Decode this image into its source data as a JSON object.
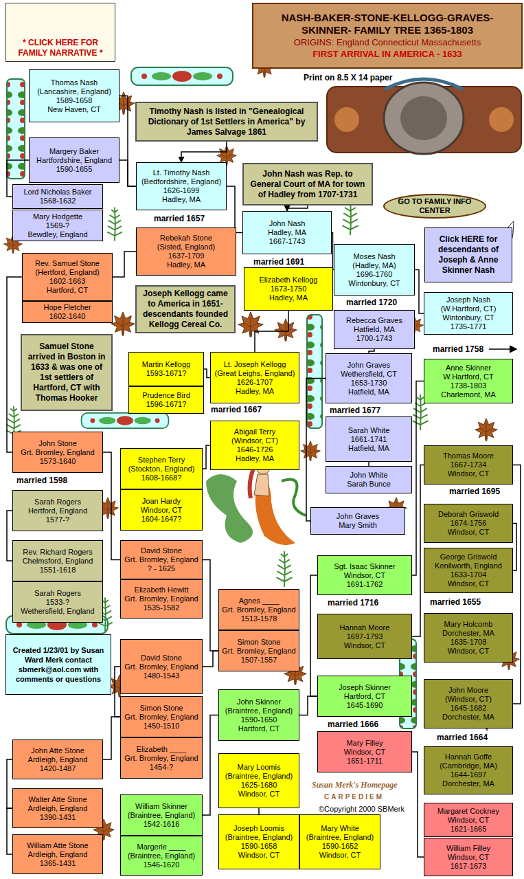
{
  "diagram": {
    "nodes": [
      {
        "text": [
          "* CLICK HERE FOR FAMILY NARRATIVE *"
        ]
      },
      {
        "text": [
          "NASH-BAKER-STONE-KELLOGG-GRAVES-SKINNER- FAMILY TREE 1365-1803",
          "ORIGINS: England Connecticut Massachusetts",
          "FIRST ARRIVAL IN AMERICA - 1633"
        ]
      },
      {
        "text": [
          "Thomas Nash",
          "(Lancashire, England)",
          "1589-1658",
          "New Haven, CT"
        ]
      },
      {
        "text": [
          "Timothy Nash is listed in \"Genealogical Dictionary of 1st Settlers in America\" by James Salvage 1861"
        ]
      },
      {
        "text": [
          "Margery Baker",
          "Hartfordshire, England",
          "1590-1655"
        ]
      },
      {
        "text": [
          "Lt. Timothy Nash",
          "(Bedfordshire, England)",
          "1626-1699",
          "Hadley, MA"
        ]
      },
      {
        "text": [
          "John Nash was Rep. to General Court of MA for town of Hadley from 1707-1731"
        ]
      },
      {
        "text": [
          "Lord Nicholas Baker",
          "1568-1632"
        ]
      },
      {
        "text": [
          "GO TO FAMILY INFO CENTER"
        ]
      },
      {
        "text": [
          "Mary Hodgette",
          "1569-?",
          "Bewdley, England"
        ]
      },
      {
        "text": [
          "Rebekah Stone",
          "(Sisted, England)",
          "1637-1709",
          "Hadley, MA"
        ]
      },
      {
        "text": [
          "John Nash",
          "Hadley, MA",
          "1667-1743"
        ]
      },
      {
        "text": [
          "Click HERE for descendants of Joseph & Anne Skinner Nash"
        ]
      },
      {
        "text": [
          "Moses Nash",
          "(Hadley, MA)",
          "1696-1760",
          "Wintonbury, CT"
        ]
      },
      {
        "text": [
          "Rev. Samuel Stone",
          "(Hertford, England)",
          "1602-1663",
          "Hartford, CT"
        ]
      },
      {
        "text": [
          "Elizabeth Kellogg",
          "1673-1750",
          "Hadley, MA"
        ]
      },
      {
        "text": [
          "Joseph Kellogg came to America in 1651-descendants founded Kellogg Cereal Co."
        ]
      },
      {
        "text": [
          "Joseph Nash",
          "(W.Hartford, CT)",
          "Wintonbury, CT",
          "1735-1771"
        ]
      },
      {
        "text": [
          "Hope Fletcher",
          "1602-1640"
        ]
      },
      {
        "text": [
          "Rebecca Graves",
          "Hatfield, MA",
          "1700-1743"
        ]
      },
      {
        "text": [
          "Samuel Stone arrived in Boston in 1633 & was one of 1st settlers of Hartford, CT with Thomas Hooker"
        ]
      },
      {
        "text": [
          "Martin Kellogg",
          "1593-1671?"
        ]
      },
      {
        "text": [
          "Lt. Joseph Kellogg",
          "(Great Leighs, England)",
          "1626-1707",
          "Hadley, MA"
        ]
      },
      {
        "text": [
          "John Graves",
          "Wethersfield, CT",
          "1653-1730",
          "Hatfield, MA"
        ]
      },
      {
        "text": [
          "Anne Skinner",
          "W.Hartford, CT",
          "1738-1803",
          "Charlemont, MA"
        ]
      },
      {
        "text": [
          "Prudence Bird",
          "1596-1671?"
        ]
      },
      {
        "text": [
          "Abigail Terry",
          "(Windsor, CT)",
          "1646-1726",
          "Hadley, MA"
        ]
      },
      {
        "text": [
          "Sarah White",
          "1661-1741",
          "Hatfield, MA"
        ]
      },
      {
        "text": [
          "John Stone",
          "Grt. Bromley, England",
          "1573-1640"
        ]
      },
      {
        "text": [
          "Stephen Terry",
          "(Stockton, England)",
          "1608-1668?"
        ]
      },
      {
        "text": [
          "Thomas Moore",
          "1667-1734",
          "Windsor, CT"
        ]
      },
      {
        "text": [
          "John White",
          "Sarah Bunce"
        ]
      },
      {
        "text": [
          "Sarah Rogers",
          "Hertford, England",
          "1577-?"
        ]
      },
      {
        "text": [
          "Joan Hardy",
          "Windsor, CT",
          "1604-1647?"
        ]
      },
      {
        "text": [
          "Deborah Griswold",
          "1674-1756",
          "Windsor, CT"
        ]
      },
      {
        "text": [
          "John Graves",
          "Mary Smith"
        ]
      },
      {
        "text": [
          "Rev. Richard Rogers",
          "Chelmsford, England",
          "1551-1618"
        ]
      },
      {
        "text": [
          "David Stone",
          "Grt. Bromley, England",
          "? - 1625"
        ]
      },
      {
        "text": [
          "George Griswold",
          "Kenilworth, England",
          "1633-1704",
          "Windsor, CT"
        ]
      },
      {
        "text": [
          "Sgt. Isaac Skinner",
          "Windsor, CT",
          "1691-1762"
        ]
      },
      {
        "text": [
          "Sarah Rogers",
          "1533-?",
          "Wethersfield, England"
        ]
      },
      {
        "text": [
          "Elizabeth Hewitt",
          "Grt. Bromley, England",
          "1535-1582"
        ]
      },
      {
        "text": [
          "Agnes ____",
          "Grt. Bromley, England",
          "1513-1578"
        ]
      },
      {
        "text": [
          "Mary Holcomb",
          "Dorchester, MA",
          "1635-1708",
          "Windsor, CT"
        ]
      },
      {
        "text": [
          "Hannah Moore",
          "1697-1793",
          "Windsor, CT"
        ]
      },
      {
        "text": [
          "Simon Stone",
          "Grt. Bromley, England",
          "1507-1557"
        ]
      },
      {
        "text": [
          "Created 1/23/01 by Susan Ward Merk contact sbmerk@aol.com with comments or questions"
        ]
      },
      {
        "text": [
          "David Stone",
          "Grt. Bromley, England",
          "1480-1543"
        ]
      },
      {
        "text": [
          "John Moore",
          "(Windsor, CT)",
          "1645-1682",
          "Dorchester, MA"
        ]
      },
      {
        "text": [
          "Joseph Skinner",
          "Hartford, CT",
          "1645-1690"
        ]
      },
      {
        "text": [
          "John Skinner",
          "(Braintree, England)",
          "1590-1650",
          "Hartford, CT"
        ]
      },
      {
        "text": [
          "Simon Stone",
          "Grt. Bromley, England",
          "1450-1510"
        ]
      },
      {
        "text": [
          "Mary Filley",
          "Windsor, CT",
          "1651-1711"
        ]
      },
      {
        "text": [
          "Hannah Goffe",
          "(Cambridge, MA)",
          "1644-1697",
          "Dorchester, MA"
        ]
      },
      {
        "text": [
          "Mary Loomis",
          "(Braintree, England)",
          "1625-1680",
          "Windsor, CT"
        ]
      },
      {
        "text": [
          "Elizabeth ____",
          "Grt. Bromley, England",
          "1454-?"
        ]
      },
      {
        "text": [
          "John Atte Stone",
          "Ardleigh, England",
          "1420-1487"
        ]
      },
      {
        "text": [
          "Walter Atte Stone",
          "Ardleigh, England",
          "1390-1431"
        ]
      },
      {
        "text": [
          "William Skinner",
          "(Braintree, England)",
          "1542-1616"
        ]
      },
      {
        "text": [
          "Margaret Cockney",
          "Windsor, CT",
          "1621-1665"
        ]
      },
      {
        "text": [
          "William Filley",
          "Windsor, CT",
          "1617-1673"
        ]
      },
      {
        "text": [
          "William Atte Stone",
          "Ardleigh, England",
          "1365-1431"
        ]
      },
      {
        "text": [
          "Margerie ____",
          "(Braintree, England)",
          "1546-1620"
        ]
      },
      {
        "text": [
          "Joseph Loomis",
          "(Braintree, England)",
          "1590-1658",
          "Windsor, CT"
        ]
      },
      {
        "text": [
          "Mary White",
          "(Braintree, England)",
          "1590-1652",
          "Windsor, CT"
        ]
      }
    ],
    "edges": [
      {
        "from": 3,
        "to": 5,
        "arrow": "to"
      },
      {
        "from": 6,
        "to": 11,
        "arrow": "to"
      },
      {
        "from": 2,
        "to": 5,
        "arrow": "none"
      },
      {
        "from": 4,
        "to": 5,
        "arrow": "none"
      },
      {
        "from": 7,
        "to": 4,
        "arrow": "none"
      },
      {
        "from": 14,
        "to": 10,
        "arrow": "none"
      },
      {
        "from": 5,
        "to": 11,
        "arrow": "none"
      },
      {
        "from": 11,
        "to": 13,
        "arrow": "none"
      },
      {
        "from": 13,
        "to": 17,
        "arrow": "none"
      },
      {
        "from": 22,
        "to": 15,
        "arrow": "none"
      },
      {
        "from": 21,
        "to": 22,
        "arrow": "none"
      },
      {
        "from": 29,
        "to": 26,
        "arrow": "none"
      },
      {
        "from": 23,
        "to": 19,
        "arrow": "none"
      },
      {
        "from": 31,
        "to": 27,
        "arrow": "none"
      },
      {
        "from": 35,
        "to": 23,
        "arrow": "none"
      },
      {
        "from": 39,
        "to": 24,
        "arrow": "none"
      },
      {
        "from": 30,
        "to": 44,
        "arrow": "none"
      },
      {
        "from": 38,
        "to": 34,
        "arrow": "none"
      },
      {
        "from": 48,
        "to": 30,
        "arrow": "none"
      },
      {
        "from": 49,
        "to": 39,
        "arrow": "none"
      },
      {
        "from": 50,
        "to": 49,
        "arrow": "none"
      },
      {
        "from": 58,
        "to": 50,
        "arrow": "none"
      },
      {
        "from": 63,
        "to": 54,
        "arrow": "none"
      },
      {
        "from": 60,
        "to": 52,
        "arrow": "none"
      },
      {
        "from": 28,
        "to": 14,
        "arrow": "none"
      },
      {
        "from": 37,
        "to": 28,
        "arrow": "none"
      },
      {
        "from": 45,
        "to": 37,
        "arrow": "none"
      },
      {
        "from": 47,
        "to": 45,
        "arrow": "none"
      },
      {
        "from": 51,
        "to": 47,
        "arrow": "none"
      },
      {
        "from": 56,
        "to": 51,
        "arrow": "none"
      },
      {
        "from": 57,
        "to": 56,
        "arrow": "none"
      },
      {
        "from": 61,
        "to": 57,
        "arrow": "none"
      },
      {
        "from": 36,
        "to": 32,
        "arrow": "none"
      }
    ],
    "labels": [
      "Print on 8.5 X 14 paper",
      "married 1657",
      "married 1691",
      "married 1720",
      "married 1758",
      "married 1667",
      "married 1677",
      "married 1598",
      "married 1695",
      "married 1716",
      "married 1655",
      "married 1666",
      "married 1664",
      "Susan Merk's Homepage",
      "CARPEDIEM",
      "©Copyright 2000 SBMerk"
    ]
  }
}
